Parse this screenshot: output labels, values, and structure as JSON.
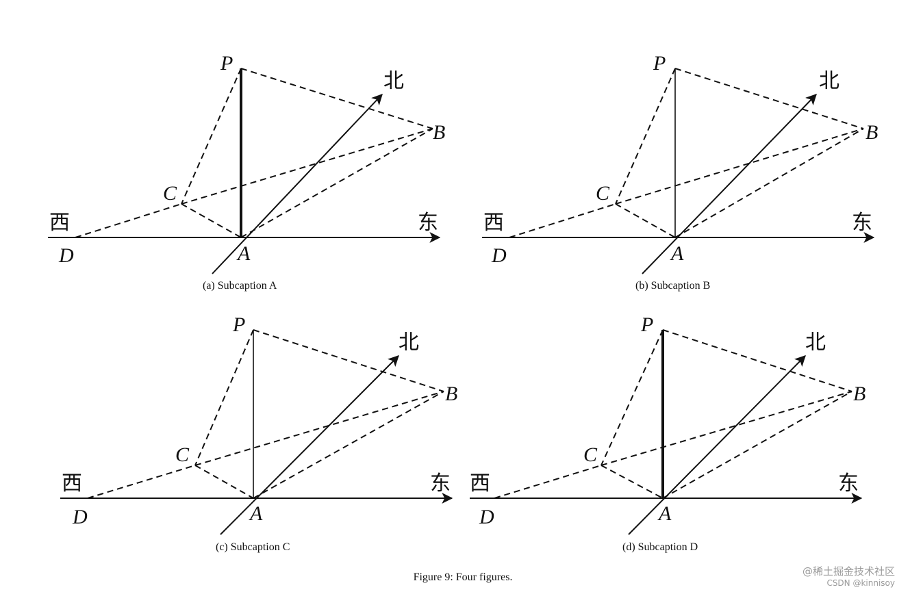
{
  "labels": {
    "P": "P",
    "B": "B",
    "C": "C",
    "A": "A",
    "D": "D",
    "north": "北",
    "east": "东",
    "west": "西"
  },
  "panels": [
    {
      "caption": "(a) Subcaption A",
      "vertical_style": "bold"
    },
    {
      "caption": "(b) Subcaption B",
      "vertical_style": "thin"
    },
    {
      "caption": "(c) Subcaption C",
      "vertical_style": "thin"
    },
    {
      "caption": "(d) Subcaption D",
      "vertical_style": "bold"
    }
  ],
  "figure_caption": "Figure 9: Four figures.",
  "watermark": {
    "line1": "@稀土掘金技术社区",
    "line2": "CSDN @kinnisoy"
  },
  "colors": {
    "ink": "#111111",
    "watermark": "#9a9a9a"
  }
}
